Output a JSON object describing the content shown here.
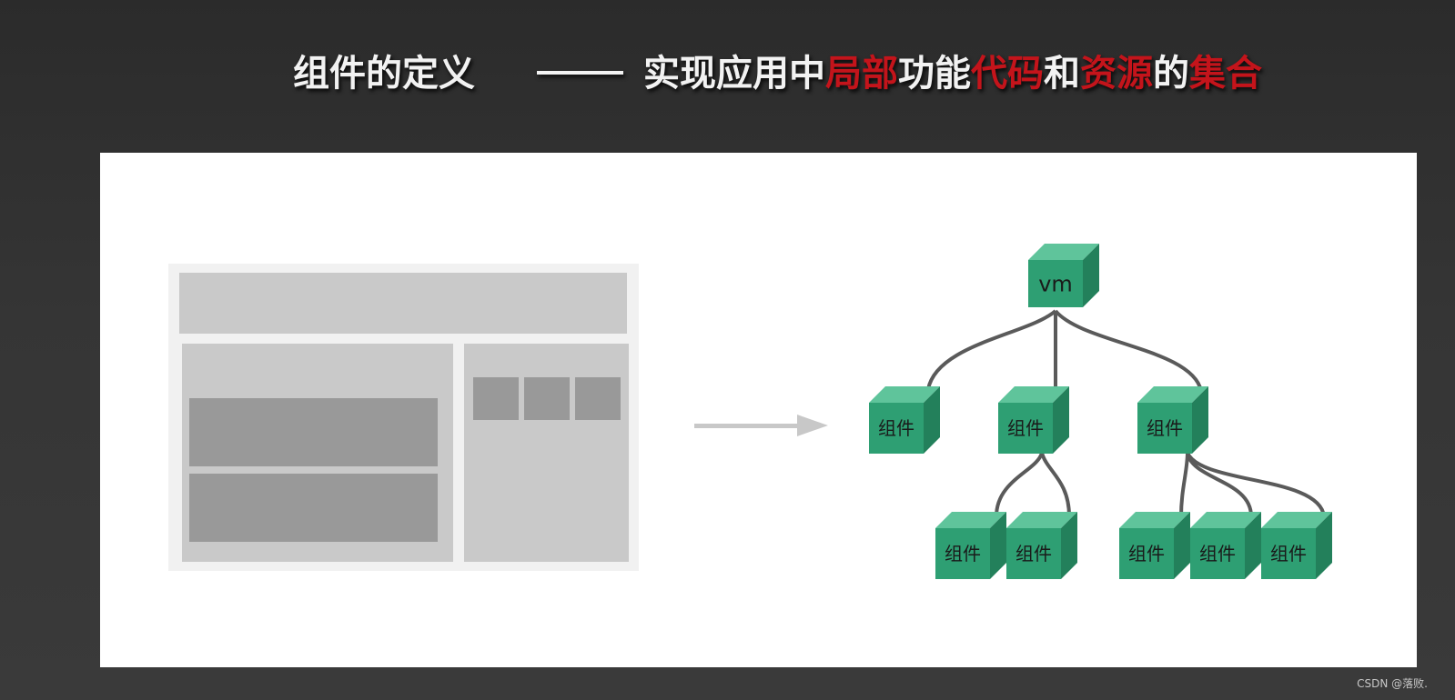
{
  "title": {
    "parts": [
      {
        "text": "组件的定义",
        "red": false
      },
      {
        "text": "实现应用中",
        "red": false
      },
      {
        "text": "局部",
        "red": true
      },
      {
        "text": "功能",
        "red": false
      },
      {
        "text": "代码",
        "red": true
      },
      {
        "text": "和",
        "red": false
      },
      {
        "text": "资源",
        "red": true
      },
      {
        "text": "的",
        "red": false
      },
      {
        "text": "集合",
        "red": true
      }
    ]
  },
  "colors": {
    "accent_red": "#c4141b",
    "cube_front": "#2e9f73",
    "cube_top": "#5fc49b",
    "cube_side": "#23805b"
  },
  "tree": {
    "root": {
      "label": "vm"
    },
    "level1": [
      {
        "label": "组件"
      },
      {
        "label": "组件"
      },
      {
        "label": "组件"
      }
    ],
    "level2": [
      {
        "label": "组件"
      },
      {
        "label": "组件"
      },
      {
        "label": "组件"
      },
      {
        "label": "组件"
      },
      {
        "label": "组件"
      }
    ]
  },
  "credit": "CSDN @落败."
}
